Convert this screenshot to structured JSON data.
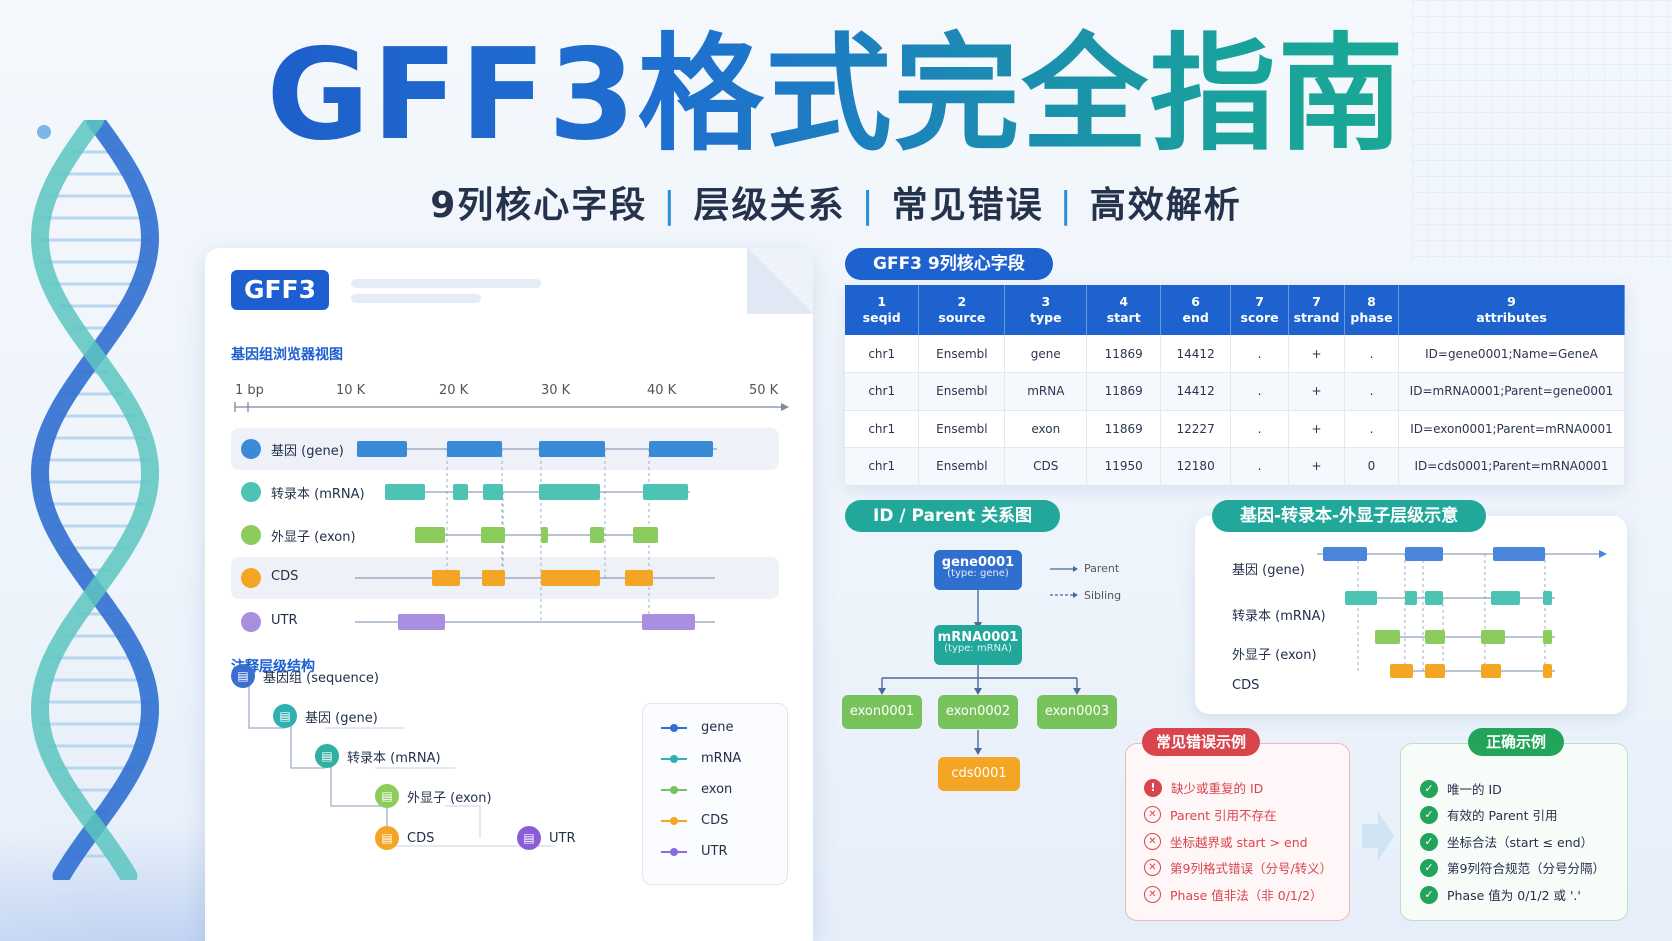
{
  "title": "GFF3格式完全指南",
  "subtitle": [
    "9列核心字段",
    "层级关系",
    "常见错误",
    "高效解析"
  ],
  "doc": {
    "badge": "GFF3",
    "browser_title": "基因组浏览器视图",
    "axis_ticks": [
      "1 bp",
      "10 K",
      "20 K",
      "30 K",
      "40 K",
      "50 K"
    ],
    "tracks": [
      {
        "label": "基因 (gene)",
        "color": "#3a8ad8"
      },
      {
        "label": "转录本 (mRNA)",
        "color": "#4cc3b3"
      },
      {
        "label": "外显子 (exon)",
        "color": "#8ccc5c"
      },
      {
        "label": "CDS",
        "color": "#f5a524"
      },
      {
        "label": "UTR",
        "color": "#a98ee0"
      }
    ],
    "hierarchy_title": "注释层级结构",
    "hierarchy": [
      {
        "label": "基因组 (sequence)",
        "color": "#3a6fd0"
      },
      {
        "label": "基因 (gene)",
        "color": "#2fb0b3"
      },
      {
        "label": "转录本 (mRNA)",
        "color": "#2fb0a0"
      },
      {
        "label": "外显子 (exon)",
        "color": "#8ccc5c"
      },
      {
        "label": "CDS",
        "color": "#f5a524"
      },
      {
        "label": "UTR",
        "color": "#8a5cd8"
      }
    ],
    "legend": [
      {
        "label": "gene",
        "color": "#2f6fd0"
      },
      {
        "label": "mRNA",
        "color": "#2fb0b3"
      },
      {
        "label": "exon",
        "color": "#78c25c"
      },
      {
        "label": "CDS",
        "color": "#f5a524"
      },
      {
        "label": "UTR",
        "color": "#8a6ae0"
      }
    ]
  },
  "table": {
    "title": "GFF3 9列核心字段",
    "headers": [
      {
        "num": "1",
        "name": "seqid"
      },
      {
        "num": "2",
        "name": "source"
      },
      {
        "num": "3",
        "name": "type"
      },
      {
        "num": "4",
        "name": "start"
      },
      {
        "num": "6",
        "name": "end"
      },
      {
        "num": "7",
        "name": "score"
      },
      {
        "num": "7",
        "name": "strand"
      },
      {
        "num": "8",
        "name": "phase"
      },
      {
        "num": "9",
        "name": "attributes"
      }
    ],
    "rows": [
      [
        "chr1",
        "Ensembl",
        "gene",
        "11869",
        "14412",
        ".",
        "+",
        ".",
        "ID=gene0001;Name=GeneA"
      ],
      [
        "chr1",
        "Ensembl",
        "mRNA",
        "11869",
        "14412",
        ".",
        "+",
        ".",
        "ID=mRNA0001;Parent=gene0001"
      ],
      [
        "chr1",
        "Ensembl",
        "exon",
        "11869",
        "12227",
        ".",
        "+",
        ".",
        "ID=exon0001;Parent=mRNA0001"
      ],
      [
        "chr1",
        "Ensembl",
        "CDS",
        "11950",
        "12180",
        ".",
        "+",
        "0",
        "ID=cds0001;Parent=mRNA0001"
      ]
    ]
  },
  "idparent": {
    "title": "ID / Parent 关系图",
    "gene": {
      "name": "gene0001",
      "type": "(type: gene)"
    },
    "mrna": {
      "name": "mRNA0001",
      "type": "(type: mRNA)"
    },
    "exons": [
      "exon0001",
      "exon0002",
      "exon0003"
    ],
    "cds": "cds0001",
    "legend_parent": "Parent",
    "legend_sibling": "Sibling"
  },
  "hier_panel": {
    "title": "基因-转录本-外显子层级示意",
    "labels": [
      "基因 (gene)",
      "转录本 (mRNA)",
      "外显子 (exon)",
      "CDS"
    ]
  },
  "errors": {
    "title": "常见错误示例",
    "items": [
      "缺少或重复的 ID",
      "Parent 引用不存在",
      "坐标越界或 start > end",
      "第9列格式错误（分号/转义）",
      "Phase 值非法（非 0/1/2）"
    ]
  },
  "correct": {
    "title": "正确示例",
    "items": [
      "唯一的 ID",
      "有效的 Parent 引用",
      "坐标合法（start ≤ end）",
      "第9列符合规范（分号分隔）",
      "Phase 值为 0/1/2 或 '.'"
    ]
  }
}
